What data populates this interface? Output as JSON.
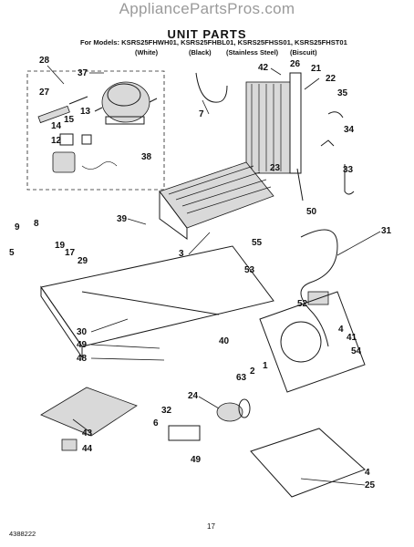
{
  "site_banner": "AppliancePartsPros.com",
  "title": "UNIT PARTS",
  "models_line": "For Models: KSRS25FHWH01, KSRS25FHBL01, KSRS25FHSS01, KSRS25FHST01",
  "variants": [
    "(White)",
    "(Black)",
    "(Stainless Steel)",
    "(Biscuit)"
  ],
  "callouts": [
    "28",
    "37",
    "27",
    "15",
    "13",
    "12",
    "14",
    "38",
    "42",
    "26",
    "21",
    "22",
    "7",
    "35",
    "34",
    "9",
    "8",
    "39",
    "19",
    "17",
    "29",
    "5",
    "30",
    "49",
    "48",
    "23",
    "33",
    "3",
    "50",
    "55",
    "31",
    "53",
    "52",
    "4",
    "41",
    "54",
    "1",
    "2",
    "63",
    "40",
    "24",
    "32",
    "6",
    "43",
    "44",
    "49",
    "25",
    "4"
  ],
  "footer_code": "4388222",
  "page_number": "17"
}
